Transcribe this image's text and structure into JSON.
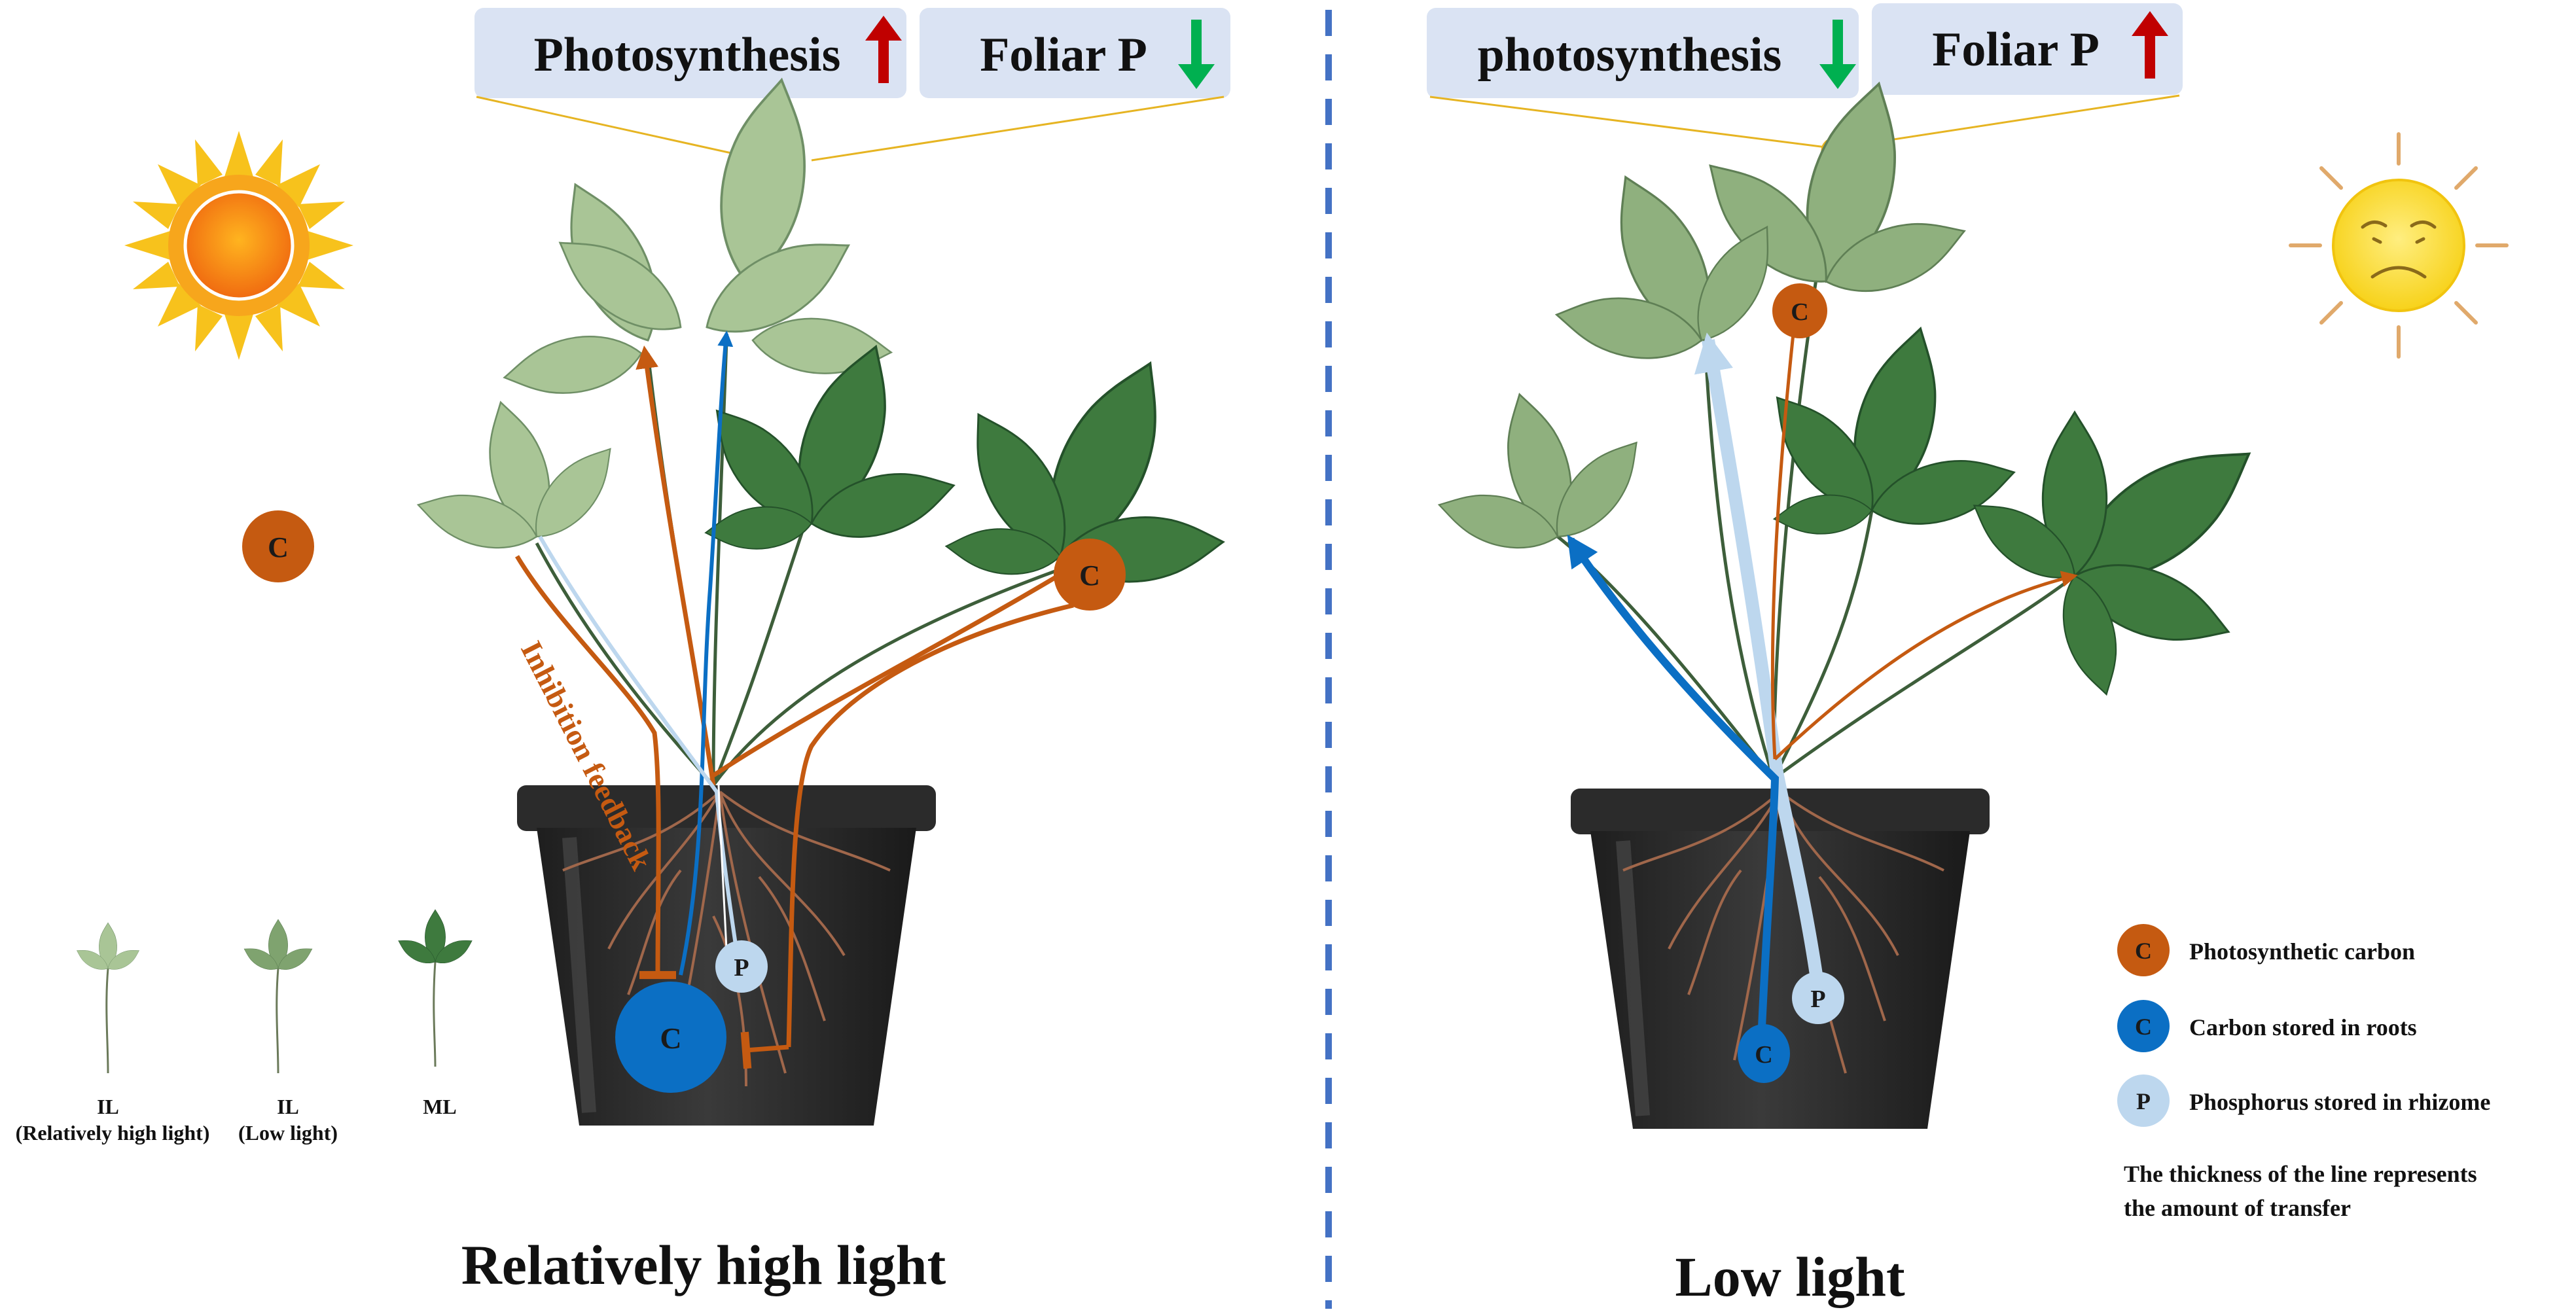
{
  "left_panel": {
    "boxes": {
      "photosynthesis": "Photosynthesis",
      "foliar_p": "Foliar P"
    },
    "nodes": {
      "carbon": "C",
      "phosphorus": "P"
    },
    "inhibition_label": "Inhibition feedback",
    "title": "Relatively high light",
    "seedlings": [
      {
        "line1": "IL",
        "line2": "(Relatively high light)"
      },
      {
        "line1": "IL",
        "line2": "(Low light)"
      },
      {
        "line1": "ML",
        "line2": ""
      }
    ]
  },
  "right_panel": {
    "boxes": {
      "photosynthesis": "photosynthesis",
      "foliar_p": "Foliar P"
    },
    "nodes": {
      "carbon": "C",
      "phosphorus": "P"
    },
    "title": "Low light"
  },
  "legend": {
    "items": [
      {
        "symbol": "C",
        "label": "Photosynthetic carbon",
        "color": "#c55a11"
      },
      {
        "symbol": "C",
        "label": "Carbon stored in roots",
        "color": "#0b6fc4"
      },
      {
        "symbol": "P",
        "label": "Phosphorus stored in rhizome",
        "color": "#bdd7ee"
      }
    ],
    "note_line1": "The thickness of the line represents",
    "note_line2": "the amount of transfer"
  },
  "colors": {
    "photosynthetic_carbon": "#c55a11",
    "root_carbon": "#0b6fc4",
    "rhizome_phosphorus": "#bdd7ee",
    "arrow_up": "#c00000",
    "arrow_down": "#00b050",
    "box_fill": "#dae3f3",
    "divider": "#4472c4",
    "pale_leaf": "#a9c596",
    "dark_leaf": "#3e7a3e",
    "pot": "#2b2b2b",
    "sun": "#f7a61c",
    "dim_sun": "#ffe45c"
  }
}
